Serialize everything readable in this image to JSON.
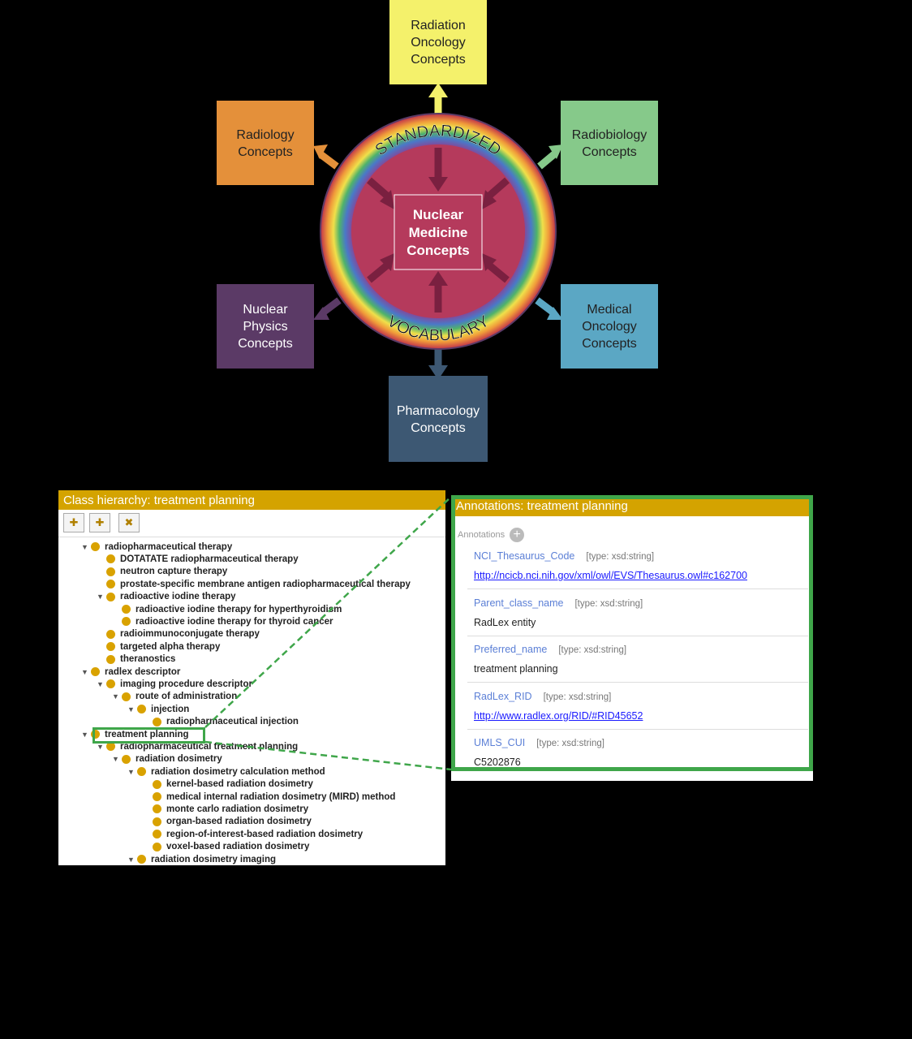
{
  "diagram": {
    "center": "Nuclear Medicine Concepts",
    "ring_top": "STANDARDIZED",
    "ring_bottom": "VOCABULARY",
    "boxes": [
      {
        "label": "Radiation Oncology Concepts",
        "color": "#f4f16b"
      },
      {
        "label": "Radiology Concepts",
        "color": "#e4903a"
      },
      {
        "label": "Radiobiology Concepts",
        "color": "#86c98a"
      },
      {
        "label": "Nuclear Physics Concepts",
        "color": "#5b3a66"
      },
      {
        "label": "Medical Oncology Concepts",
        "color": "#5ba7c4"
      },
      {
        "label": "Pharmacology Concepts",
        "color": "#3d5873"
      }
    ],
    "center_color": "#b53a5c"
  },
  "hierarchy": {
    "title": "Class hierarchy: treatment planning",
    "tree": [
      "radiopharmaceutical therapy",
      "DOTATATE radiopharmaceutical therapy",
      "neutron capture therapy",
      "prostate-specific membrane antigen radiopharmaceutical therapy",
      "radioactive iodine therapy",
      "radioactive iodine therapy for hyperthyroidism",
      "radioactive iodine therapy for thyroid cancer",
      "radioimmunoconjugate therapy",
      "targeted alpha therapy",
      "theranostics",
      "radlex descriptor",
      "imaging procedure descriptor",
      "route of administration",
      "injection",
      "radiopharmaceutical injection",
      "treatment planning",
      "radiopharmaceutical treatment planning",
      "radiation dosimetry",
      "radiation dosimetry calculation method",
      "kernel-based radiation dosimetry",
      "medical internal radiation dosimetry (MIRD) method",
      "monte carlo radiation dosimetry",
      "organ-based radiation dosimetry",
      "region-of-interest-based radiation dosimetry",
      "voxel-based radiation dosimetry",
      "radiation dosimetry imaging"
    ]
  },
  "annotations": {
    "title": "Annotations: treatment planning",
    "header": "Annotations",
    "items": [
      {
        "prop": "NCI_Thesaurus_Code",
        "type": "[type: xsd:string]",
        "value": "http://ncicb.nci.nih.gov/xml/owl/EVS/Thesaurus.owl#c162700"
      },
      {
        "prop": "Parent_class_name",
        "type": "[type: xsd:string]",
        "value": "RadLex entity"
      },
      {
        "prop": "Preferred_name",
        "type": "[type: xsd:string]",
        "value": "treatment planning"
      },
      {
        "prop": "RadLex_RID",
        "type": "[type: xsd:string]",
        "value": "http://www.radlex.org/RID/#RID45652"
      },
      {
        "prop": "UMLS_CUI",
        "type": "[type: xsd:string]",
        "value": "C5202876"
      }
    ]
  }
}
